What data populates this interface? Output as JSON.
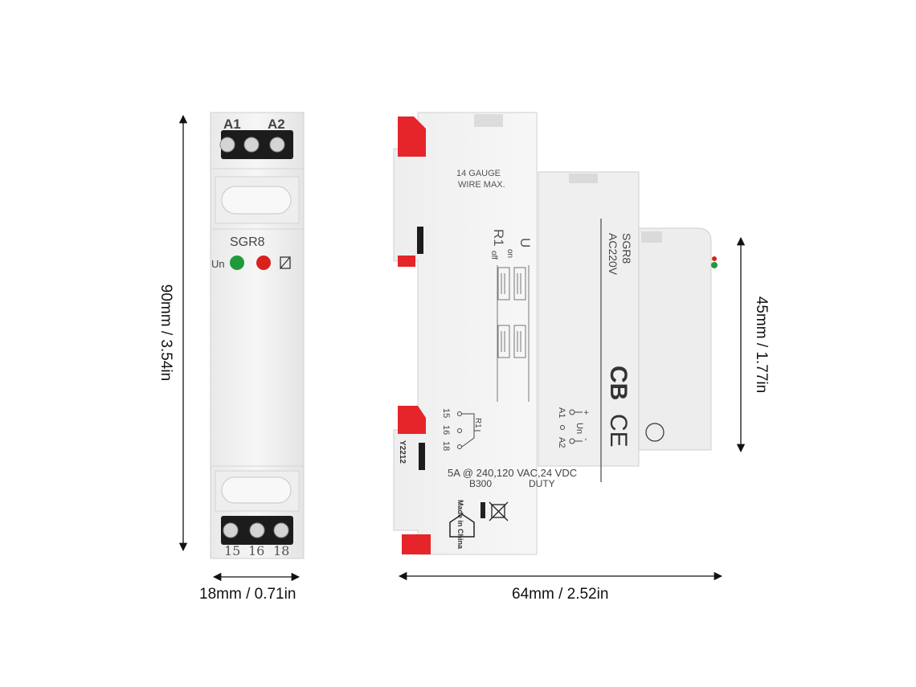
{
  "front": {
    "top_terminals": {
      "a1": "A1",
      "a2": "A2"
    },
    "model": "SGR8",
    "un_label": "Un",
    "bottom_terminals": {
      "t15": "15",
      "t16": "16",
      "t18": "18"
    },
    "led_green": "#1f9a3a",
    "led_red": "#d8231c"
  },
  "side": {
    "gauge_line1": "14 GAUGE",
    "gauge_line2": "WIRE MAX.",
    "u_label": "U",
    "r1_label": "R1",
    "on_label": "on",
    "off_label": "off",
    "model": "SGR8",
    "voltage": "AC220V",
    "cb_mark": "CB",
    "ce_mark": "CE",
    "plus": "+",
    "minus": "-",
    "a1": "A1",
    "a2": "A2",
    "un": "Un",
    "pin15": "15",
    "pin16": "16",
    "pin18": "18",
    "r1": "R1",
    "code": "Y2212",
    "rating": "5A @ 240,120 VAC,24 VDC",
    "b300": "B300",
    "duty": "DUTY",
    "made_in_china": "Made in China",
    "clip_color": "#e5252a"
  },
  "dimensions": {
    "front_height": "90mm / 3.54in",
    "front_width": "18mm / 0.71in",
    "side_width": "64mm / 2.52in",
    "side_height": "45mm / 1.77in"
  }
}
